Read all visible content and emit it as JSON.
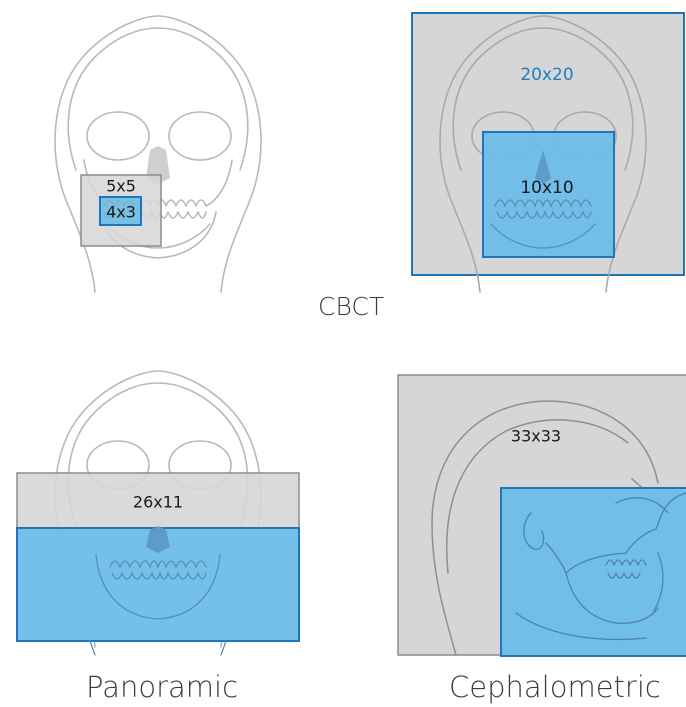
{
  "colors": {
    "outline": "#b9b9b9",
    "gray_fill": "#d6d6d6",
    "gray_stroke": "#8c8c8c",
    "blue_fill": "#6bbde9",
    "blue_stroke": "#1f77b9",
    "label_blue": "#1e7fc1",
    "caption": "#3a3a3a"
  },
  "captions": {
    "cbct": "CBCT",
    "panoramic": "Panoramic",
    "cephalometric": "Cephalometric"
  },
  "fov_labels": {
    "cbct_small_outer": "5x5",
    "cbct_small_inner": "4x3",
    "cbct_large_outer": "20x20",
    "cbct_large_inner": "10x10",
    "panoramic": "26x11",
    "cephalometric": "33x33"
  },
  "icons": [
    "skull-front-icon",
    "skull-side-icon"
  ]
}
